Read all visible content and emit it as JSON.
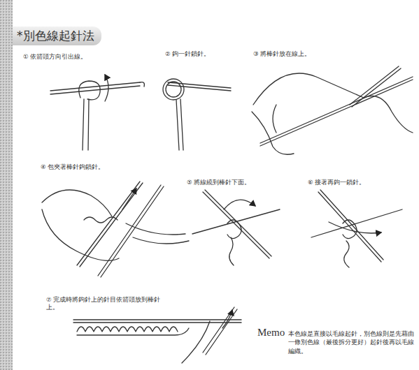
{
  "diagram": {
    "title": "*別色線起針法",
    "labels": [
      "① 依箭頭方向引出線。",
      "② 鉤一針鎖針。",
      "③ 將棒針放在線上。",
      "④ 包夾著棒針鉤鎖針。",
      "⑤ 將線繞到棒針下面。",
      "⑥ 接著再鉤一鎖針。",
      "⑦ 完成時將鉤針上的針目依箭頭放到棒針上。",
      "Memo",
      "本色線是直接以毛線起針，別色線則是先藉由一條別色線（最後拆分更好）起針後再以毛線編織。"
    ]
  }
}
